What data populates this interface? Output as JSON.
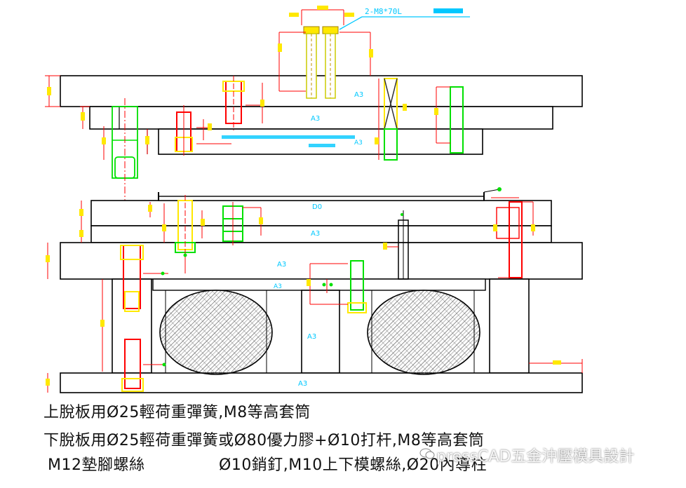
{
  "callout": {
    "bolt_spec": "2-M8*70L"
  },
  "plates": {
    "upper_top": "A3",
    "upper_mid": "A3",
    "lower_top": "D0",
    "lower_mid": "A3",
    "lower_main": "A3",
    "lower_rail": "A3",
    "lower_center": "A3",
    "bottom": "A3"
  },
  "notes": {
    "line1": "上脫板用Ø25輕荷重彈簧,M8等高套筒",
    "line2": "下脫板用Ø25輕荷重彈簧或Ø80優力膠+Ø10打杆,M8等高套筒",
    "line3a": "M12墊腳螺絲",
    "line3b": "Ø10銷釘,M10上下模螺絲,Ø20內導柱"
  },
  "watermark": "pressCAD五金沖壓模具設計",
  "colors": {
    "outline": "#000000",
    "dim_red": "#ff0000",
    "green": "#00ff00",
    "yellow": "#ffff00",
    "cyan": "#00c8ff",
    "rubber": "#8a8a8a"
  }
}
